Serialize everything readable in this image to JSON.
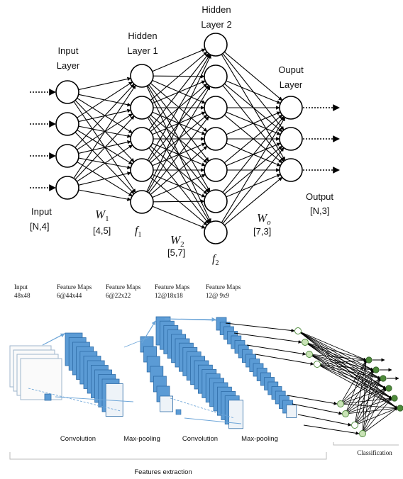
{
  "top": {
    "input_layer": [
      "Input",
      "Layer"
    ],
    "hidden1": [
      "Hidden",
      "Layer 1"
    ],
    "hidden2": [
      "Hidden",
      "Layer 2"
    ],
    "output_layer": [
      "Ouput",
      "Layer"
    ],
    "input_label": "Input",
    "input_shape": "[N,4]",
    "w1": "W",
    "w1_sub": "1",
    "w1_shape": "[4,5]",
    "f1": "f",
    "f1_sub": "1",
    "w2": "W",
    "w2_sub": "2",
    "w2_shape": "[5,7]",
    "f2": "f",
    "f2_sub": "2",
    "wo": "W",
    "wo_sub": "o",
    "wo_shape": "[7,3]",
    "output_label": "Output",
    "output_shape": "[N,3]",
    "layer_sizes": [
      4,
      5,
      7,
      3
    ]
  },
  "bottom": {
    "headers": [
      {
        "title": "Input",
        "sub": "48x48"
      },
      {
        "title": "Feature Maps",
        "sub": "6@44x44"
      },
      {
        "title": "Feature Maps",
        "sub": "6@22x22"
      },
      {
        "title": "Feature Maps",
        "sub": "12@18x18"
      },
      {
        "title": "Feature Maps",
        "sub": "12@ 9x9"
      }
    ],
    "stages": [
      "Convolution",
      "Max-pooling",
      "Convolution",
      "Max-pooling"
    ],
    "features_extraction": "Features extraction",
    "classification": "Classification",
    "colors": {
      "map_blue": "#5b9bd5",
      "node_green": "#4e8a3a",
      "node_light": "#c9e3b6",
      "line_blue": "#6ea6d8"
    }
  }
}
